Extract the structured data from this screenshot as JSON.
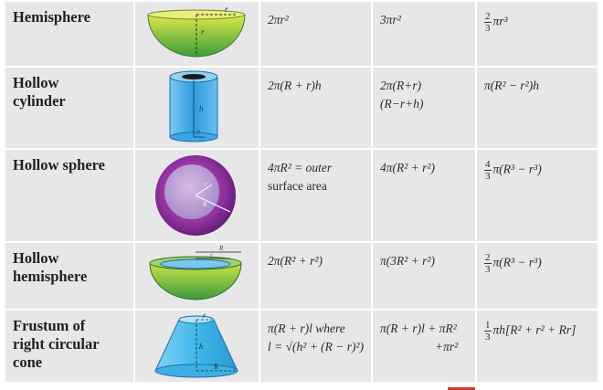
{
  "rows": [
    {
      "name_lines": [
        "Hemisphere"
      ],
      "curved_surface": [
        "2πr²"
      ],
      "total_surface": [
        "3πr²"
      ],
      "volume_fraction": {
        "num": "2",
        "den": "3"
      },
      "volume": [
        "πr³"
      ],
      "figure_labels": [
        "r",
        "r"
      ]
    },
    {
      "name_lines": [
        "Hollow",
        "cylinder"
      ],
      "curved_surface": [
        "2π(R + r)h"
      ],
      "total_surface": [
        "2π(R+r)",
        "(R−r+h)"
      ],
      "volume": [
        "π(R² − r²)h"
      ],
      "figure_labels": [
        "h",
        "r"
      ]
    },
    {
      "name_lines": [
        "Hollow sphere"
      ],
      "curved_surface": [
        "4πR² = outer",
        "surface area"
      ],
      "total_surface": [
        "4π(R² + r²)"
      ],
      "volume_fraction": {
        "num": "4",
        "den": "3"
      },
      "volume": [
        "π(R³ − r³)"
      ],
      "figure_labels": [
        "r",
        "R"
      ]
    },
    {
      "name_lines": [
        "Hollow",
        "hemisphere"
      ],
      "curved_surface": [
        "2π(R² + r²)"
      ],
      "total_surface": [
        "π(3R² + r²)"
      ],
      "volume_fraction": {
        "num": "2",
        "den": "3"
      },
      "volume": [
        "π(R³ − r³)"
      ],
      "figure_labels": [
        "R",
        "r"
      ]
    },
    {
      "name_lines": [
        "Frustum of",
        "right circular",
        "cone"
      ],
      "curved_surface": [
        "π(R + r)l  where",
        "l = √(h² + (R − r)²)"
      ],
      "total_surface": [
        "π(R + r)l + πR²",
        "+πr²"
      ],
      "volume_fraction": {
        "num": "1",
        "den": "3"
      },
      "volume": [
        "πh[R² + r² + Rr]"
      ],
      "figure_labels": [
        "r",
        "h",
        "R"
      ]
    }
  ],
  "colors": {
    "cell_background": "#e7e7e9",
    "hemisphere_top": "#dde84a",
    "hemisphere_bottom": "#3c9e3a",
    "cylinder_blue": "#2f9be0",
    "sphere_purple": "#8a2f9c",
    "frustum_blue": "#41b8ea",
    "bottom_mark": "#d33a2c"
  }
}
